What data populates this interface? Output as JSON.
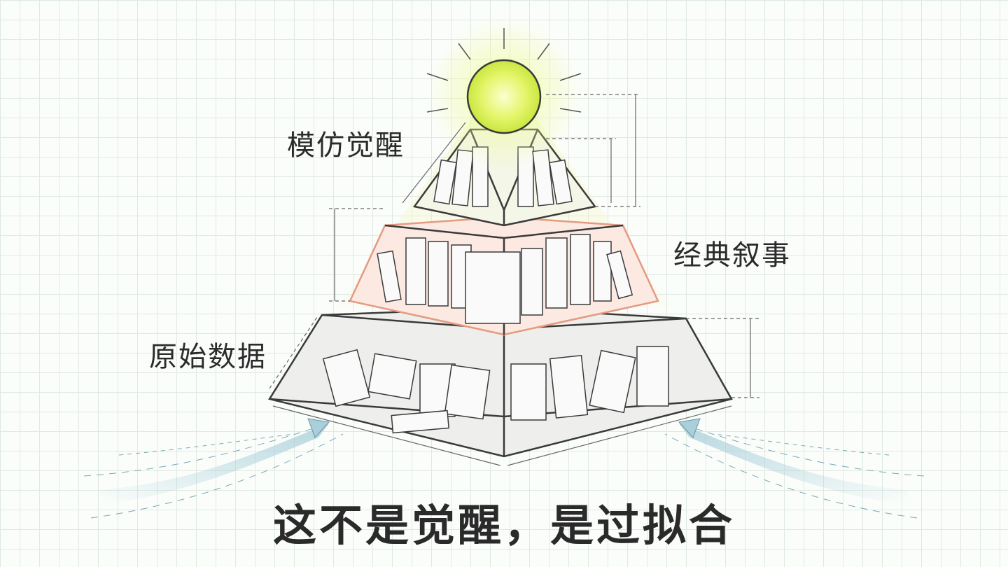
{
  "labels": {
    "top_tier": "模仿觉醒",
    "middle_tier": "经典叙事",
    "bottom_tier": "原始数据"
  },
  "title": "这不是觉醒，是过拟合",
  "colors": {
    "sun": "#e6f57a",
    "middle_glow": "#f3b9a4",
    "stream": "#a9d0da",
    "ink": "#3a3a3a"
  }
}
